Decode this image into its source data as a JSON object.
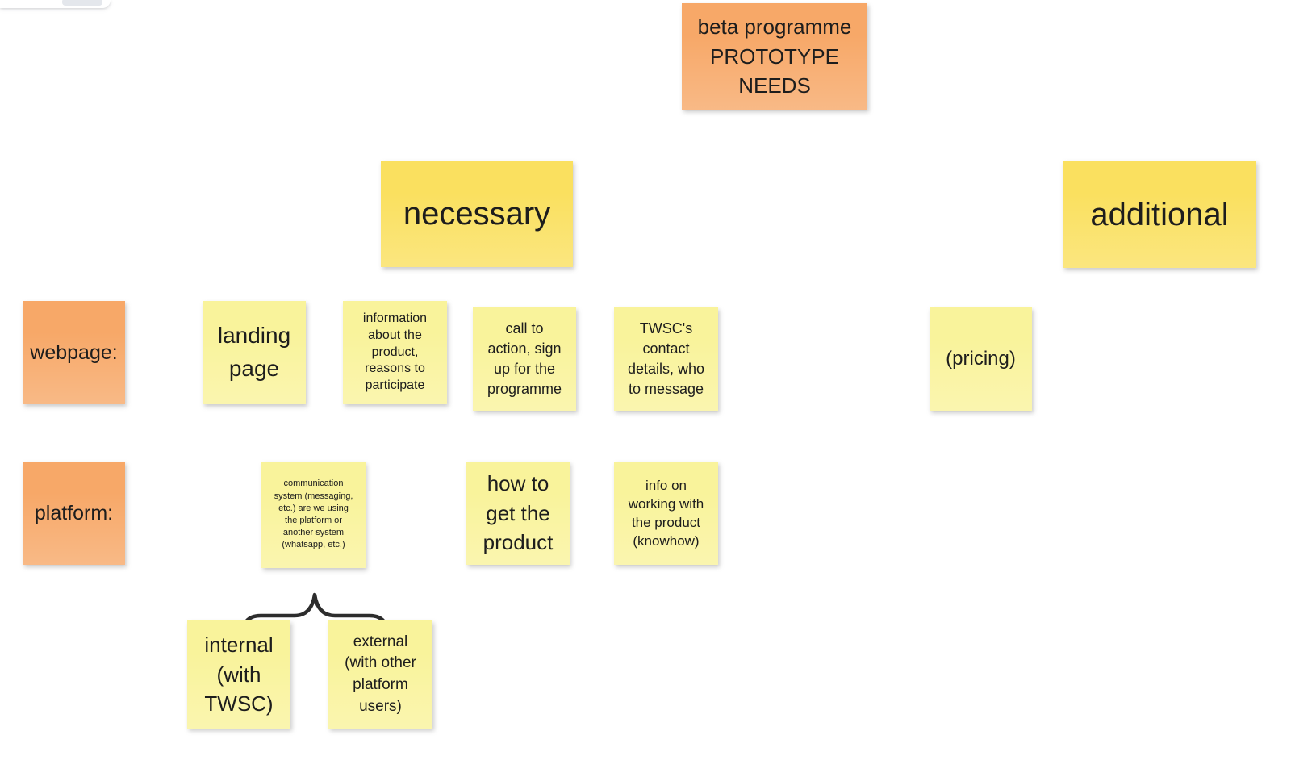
{
  "colors": {
    "note-orange": "#F7A868",
    "note-golden": "#FAE05F",
    "note-yellow": "#F9F39B",
    "ink": "#1d1d1d",
    "brace": "#2d2d2d"
  },
  "board": {
    "title_note": {
      "text": "beta programme\nPROTOTYPE\nNEEDS"
    },
    "columns": {
      "necessary": {
        "text": "necessary"
      },
      "additional": {
        "text": "additional"
      }
    },
    "rows": {
      "webpage": {
        "text": "webpage:"
      },
      "platform": {
        "text": "platform:"
      }
    },
    "webpage_row": {
      "landing": {
        "text": "landing\npage"
      },
      "information": {
        "text": "information\nabout the\nproduct,\nreasons to\nparticipate"
      },
      "call_to_action": {
        "text": "call to\naction, sign\nup for the\nprogramme"
      },
      "twsc_contact": {
        "text": "TWSC's\ncontact\ndetails, who\nto message"
      },
      "pricing": {
        "text": "(pricing)"
      }
    },
    "platform_row": {
      "communication": {
        "text": "communication\nsystem (messaging,\netc.) are we using\nthe platform or\nanother system\n(whatsapp, etc.)"
      },
      "how_to_get": {
        "text": "how to\nget the\nproduct"
      },
      "info_working": {
        "text": "info on\nworking with\nthe product\n(knowhow)"
      },
      "internal": {
        "text": "internal\n(with\nTWSC)"
      },
      "external": {
        "text": "external\n(with other\nplatform\nusers)"
      }
    }
  }
}
